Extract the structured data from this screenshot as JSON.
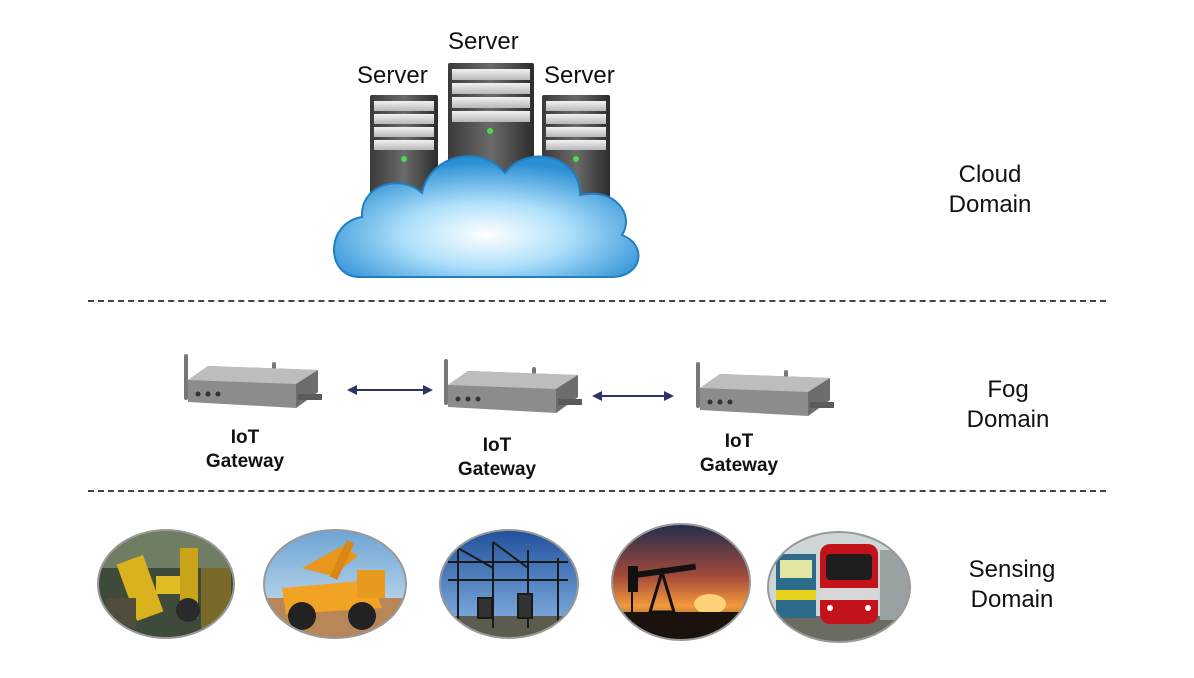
{
  "cloud": {
    "servers": [
      "Server",
      "Server",
      "Server"
    ],
    "domain_label": [
      "Cloud",
      "Domain"
    ]
  },
  "fog": {
    "gateways": [
      {
        "line1": "IoT",
        "line2": "Gateway"
      },
      {
        "line1": "IoT",
        "line2": "Gateway"
      },
      {
        "line1": "IoT",
        "line2": "Gateway"
      }
    ],
    "domain_label": [
      "Fog",
      "Domain"
    ]
  },
  "sensing": {
    "images": [
      "factory-robot-icon",
      "mining-truck-icon",
      "power-substation-icon",
      "oil-pump-icon",
      "train-icon"
    ],
    "domain_label": [
      "Sensing",
      "Domain"
    ]
  }
}
